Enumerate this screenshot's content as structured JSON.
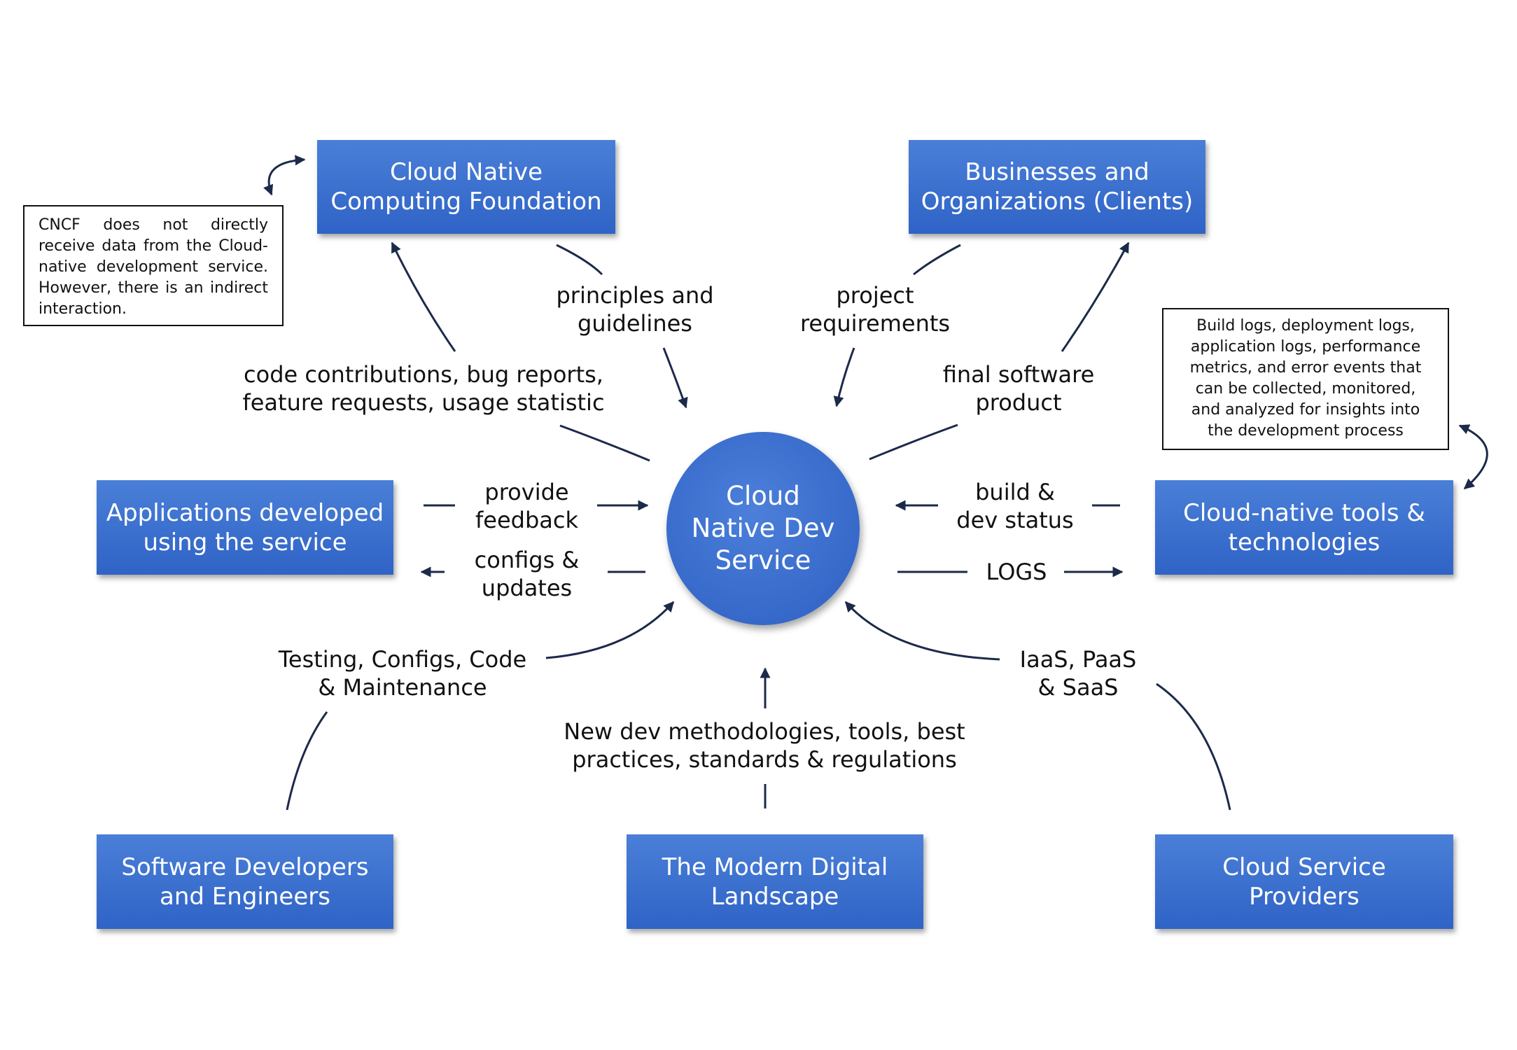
{
  "hub": {
    "lines": [
      "Cloud",
      "Native Dev",
      "Service"
    ]
  },
  "entities": {
    "cncf": [
      "Cloud Native",
      "Computing Foundation"
    ],
    "clients": [
      "Businesses and",
      "Organizations (Clients)"
    ],
    "apps": [
      "Applications developed",
      "using the service"
    ],
    "tools": [
      "Cloud-native tools &",
      "technologies"
    ],
    "developers": [
      "Software Developers",
      "and Engineers"
    ],
    "landscape": [
      "The Modern Digital",
      "Landscape"
    ],
    "providers": [
      "Cloud Service",
      "Providers"
    ]
  },
  "flows": {
    "principles": [
      "principles and",
      "guidelines"
    ],
    "contributions": [
      "code contributions, bug reports,",
      "feature requests, usage statistic"
    ],
    "requirements": [
      "project",
      "requirements"
    ],
    "final_product": [
      "final software",
      "product"
    ],
    "feedback": [
      "provide",
      "feedback"
    ],
    "configs": [
      "configs &",
      "updates"
    ],
    "build_status": [
      "build &",
      "dev status"
    ],
    "logs": [
      "LOGS"
    ],
    "testing": [
      "Testing, Configs, Code",
      "& Maintenance"
    ],
    "methodologies": [
      "New dev methodologies, tools, best",
      "practices, standards & regulations"
    ],
    "cloud_services": [
      "IaaS, PaaS",
      "& SaaS"
    ]
  },
  "notes": {
    "cncf_note": "CNCF does not directly receive data from the Cloud-native development service. However, there is an indirect interaction.",
    "logs_note": [
      "Build logs, deployment logs,",
      "application logs, performance",
      "metrics, and error events that",
      "can be collected, monitored,",
      "and analyzed for insights into",
      "the development process"
    ]
  },
  "colors": {
    "box_top": "#4a7fd8",
    "box_bottom": "#2f63c6",
    "arrow": "#1c2a4a",
    "text": "#111111"
  }
}
